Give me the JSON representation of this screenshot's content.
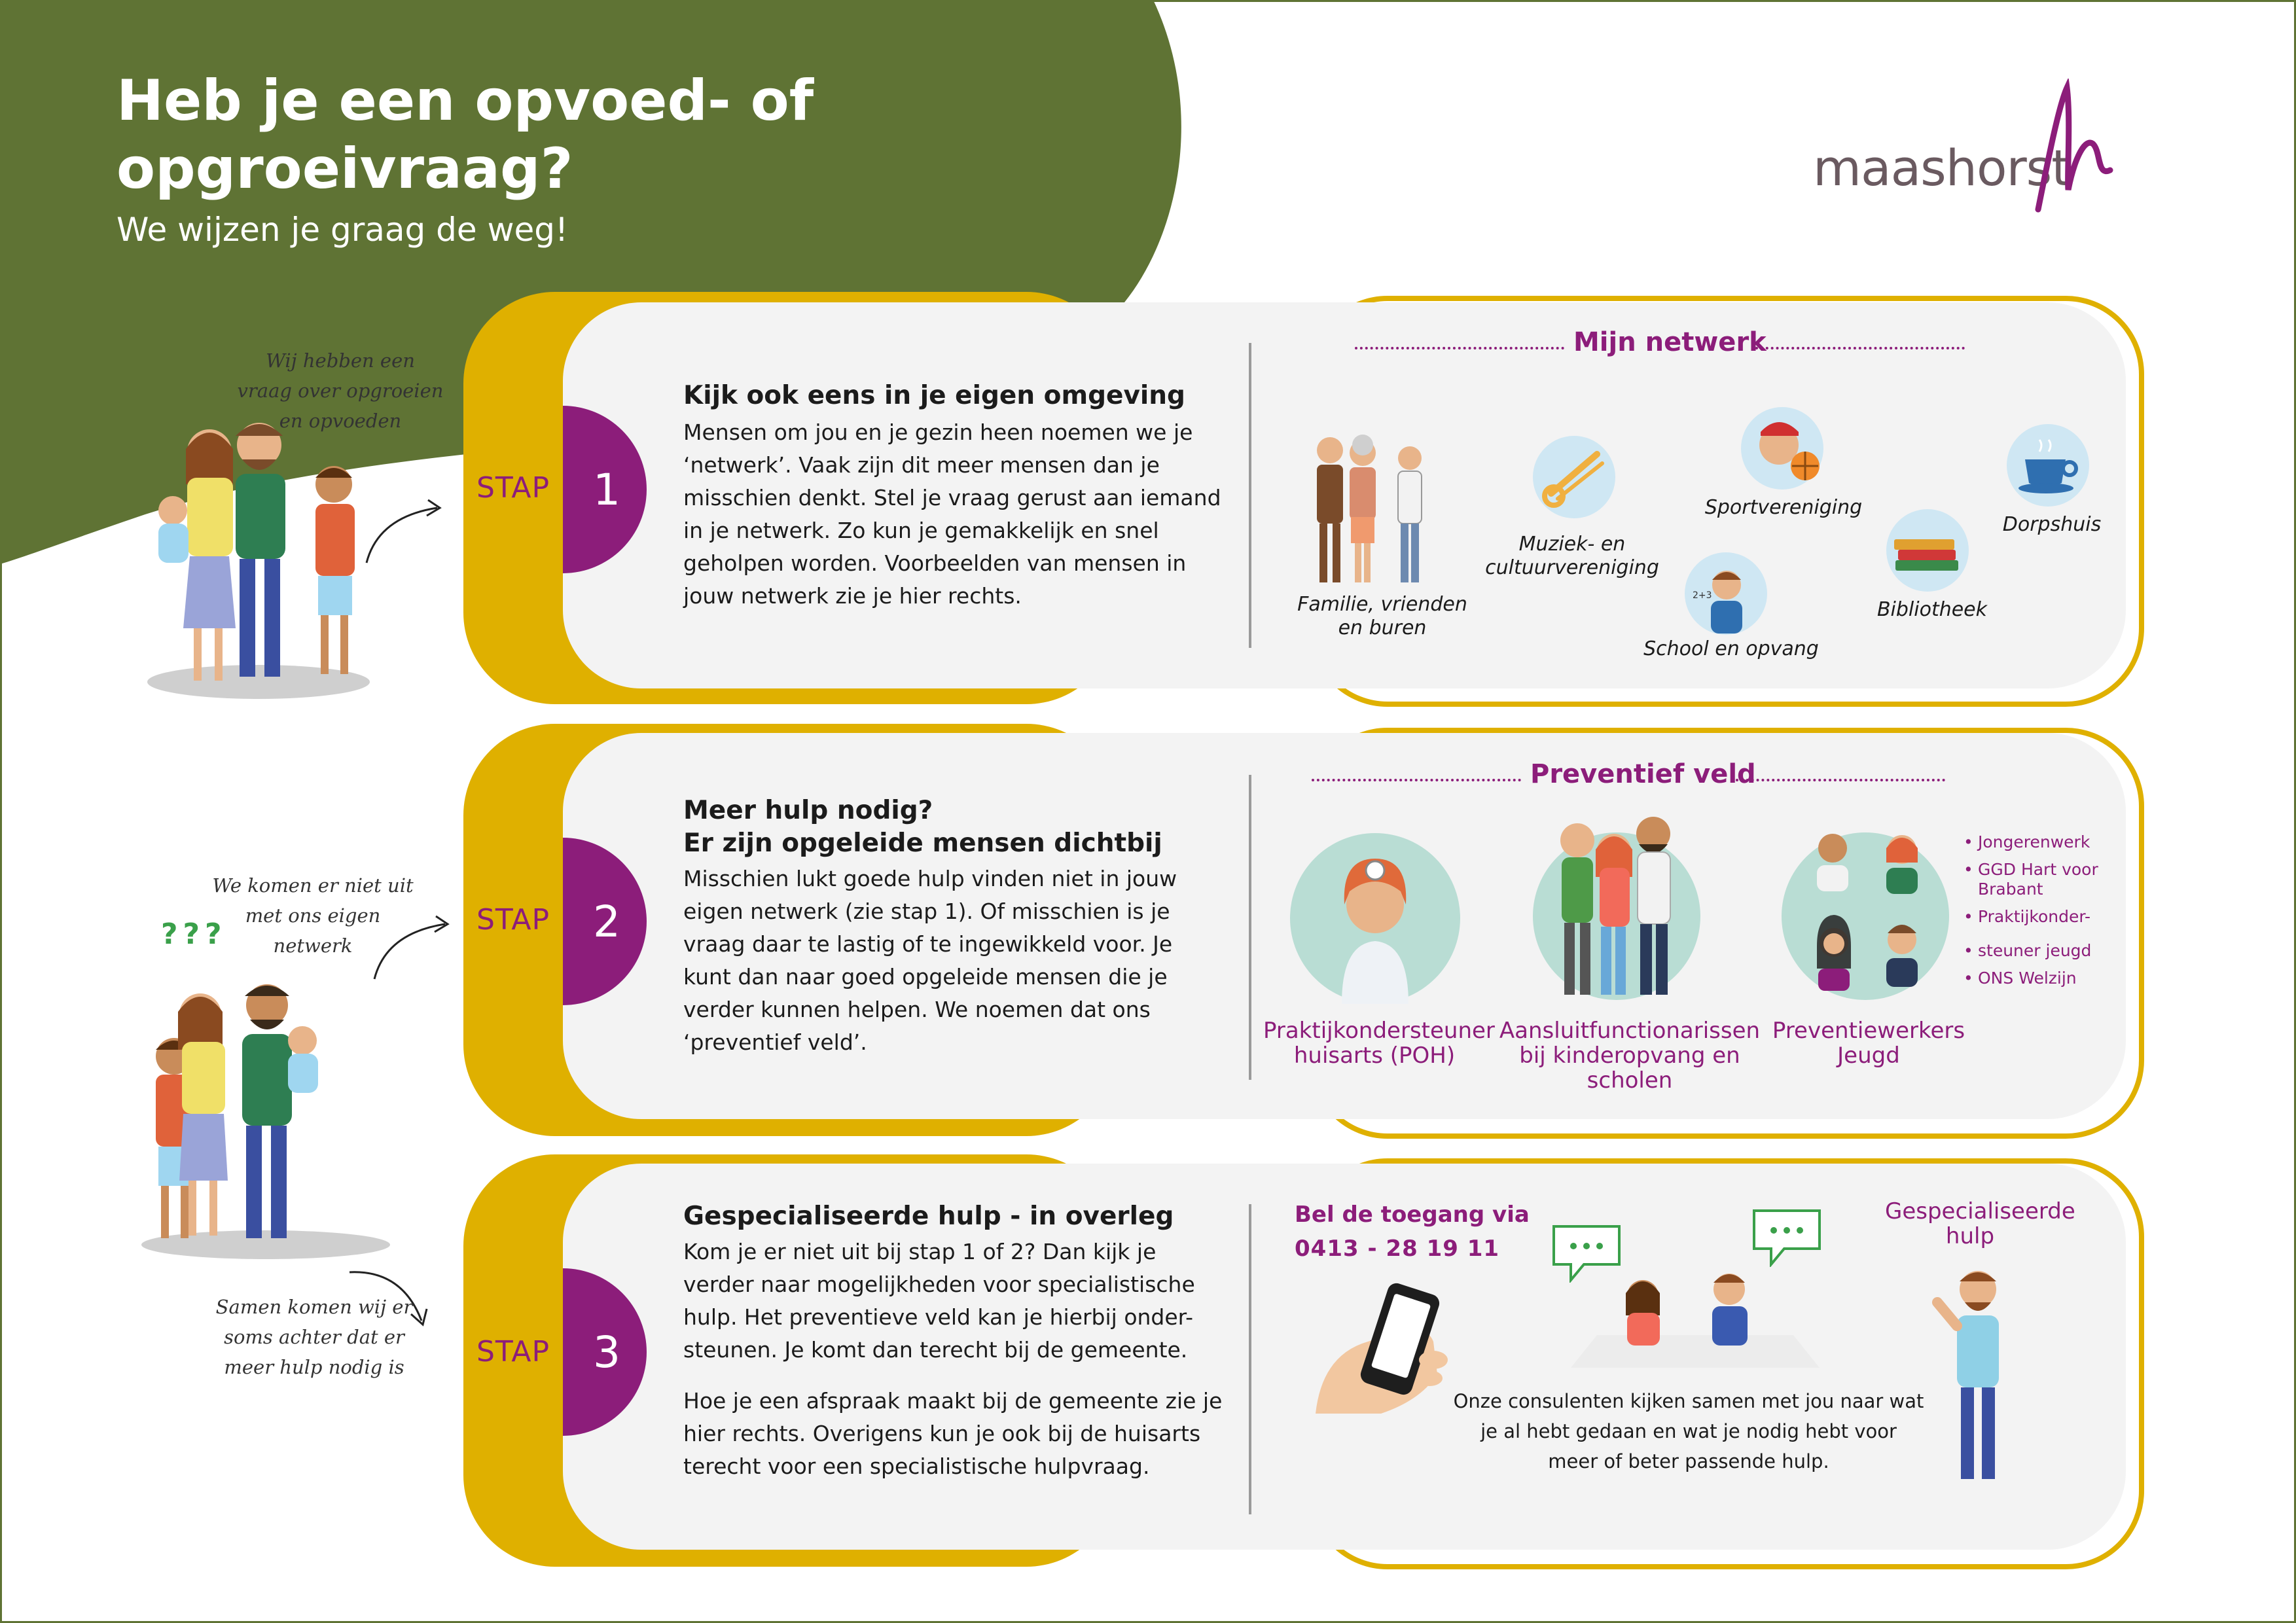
{
  "header": {
    "title": "Heb je een opvoed- of opgroeivraag?",
    "subtitle": "We wijzen je graag de weg!",
    "logo_text": "maashorst"
  },
  "stap_label": "STAP",
  "steps": [
    {
      "number": "1",
      "heading": "Kijk ook eens in je eigen omgeving",
      "body": "Mensen om jou en je gezin heen noemen we je ‘netwerk’. Vaak zijn dit meer mensen dan je misschien denkt. Stel je vraag gerust aan iemand in je netwerk. Zo kun je gemakkelijk en snel geholpen worden. Voorbeelden van mensen in jouw netwerk zie je hier rechts.",
      "section_title": "Mijn netwerk",
      "note": "Wij hebben een vraag over opgroeien en opvoeden",
      "items": [
        {
          "label": "Familie, vrienden en buren"
        },
        {
          "label": "Muziek- en cultuurvereniging"
        },
        {
          "label": "Sportvereniging"
        },
        {
          "label": "School en opvang"
        },
        {
          "label": "Bibliotheek"
        },
        {
          "label": "Dorpshuis"
        }
      ]
    },
    {
      "number": "2",
      "heading_line1": "Meer hulp nodig?",
      "heading_line2": "Er zijn opgeleide mensen dichtbij",
      "body": "Misschien lukt goede hulp vinden niet in jouw eigen netwerk (zie stap 1). Of misschien is je vraag daar te lastig of te ingewikkeld voor. Je kunt dan naar goed opgeleide mensen die je verder kunnen helpen. We noemen dat ons ‘preventief veld’.",
      "section_title": "Preventief veld",
      "note": "We komen er niet uit met ons eigen netwerk",
      "question_marks": "???",
      "items": [
        {
          "label": "Praktijkondersteuner huisarts (POH)"
        },
        {
          "label": "Aansluitfunctionarissen bij kinderopvang en scholen"
        },
        {
          "label": "Preventiewerkers Jeugd"
        }
      ],
      "bullets": [
        "Jongerenwerk",
        "GGD Hart voor Brabant",
        "Praktijkonder-",
        "steuner jeugd",
        "ONS Welzijn"
      ]
    },
    {
      "number": "3",
      "heading": "Gespecialiseerde hulp - in overleg",
      "body1": "Kom je er niet uit bij stap 1 of 2? Dan kijk je verder naar mogelijkheden voor specialistische hulp. Het preventieve veld kan je hierbij onder-steunen. Je komt dan terecht bij de gemeente.",
      "body2": "Hoe je een afspraak maakt bij de gemeente zie je hier rechts. Overigens kun je ook bij de huisarts terecht voor een specialistische hulpvraag.",
      "note": "Samen komen wij er soms achter dat er meer hulp nodig is",
      "call_label": "Bel de toegang via",
      "phone": "0413 - 28 19 11",
      "consult_text": "Onze consulenten kijken samen met jou naar wat je al hebt gedaan en wat je nodig hebt voor meer of beter passende hulp.",
      "specialist_label": "Gespecialiseerde hulp",
      "bubble_text": "..."
    }
  ],
  "colors": {
    "green": "#5f7334",
    "gold": "#dfb000",
    "purple": "#8c1d7a",
    "card": "#f3f3f3"
  }
}
